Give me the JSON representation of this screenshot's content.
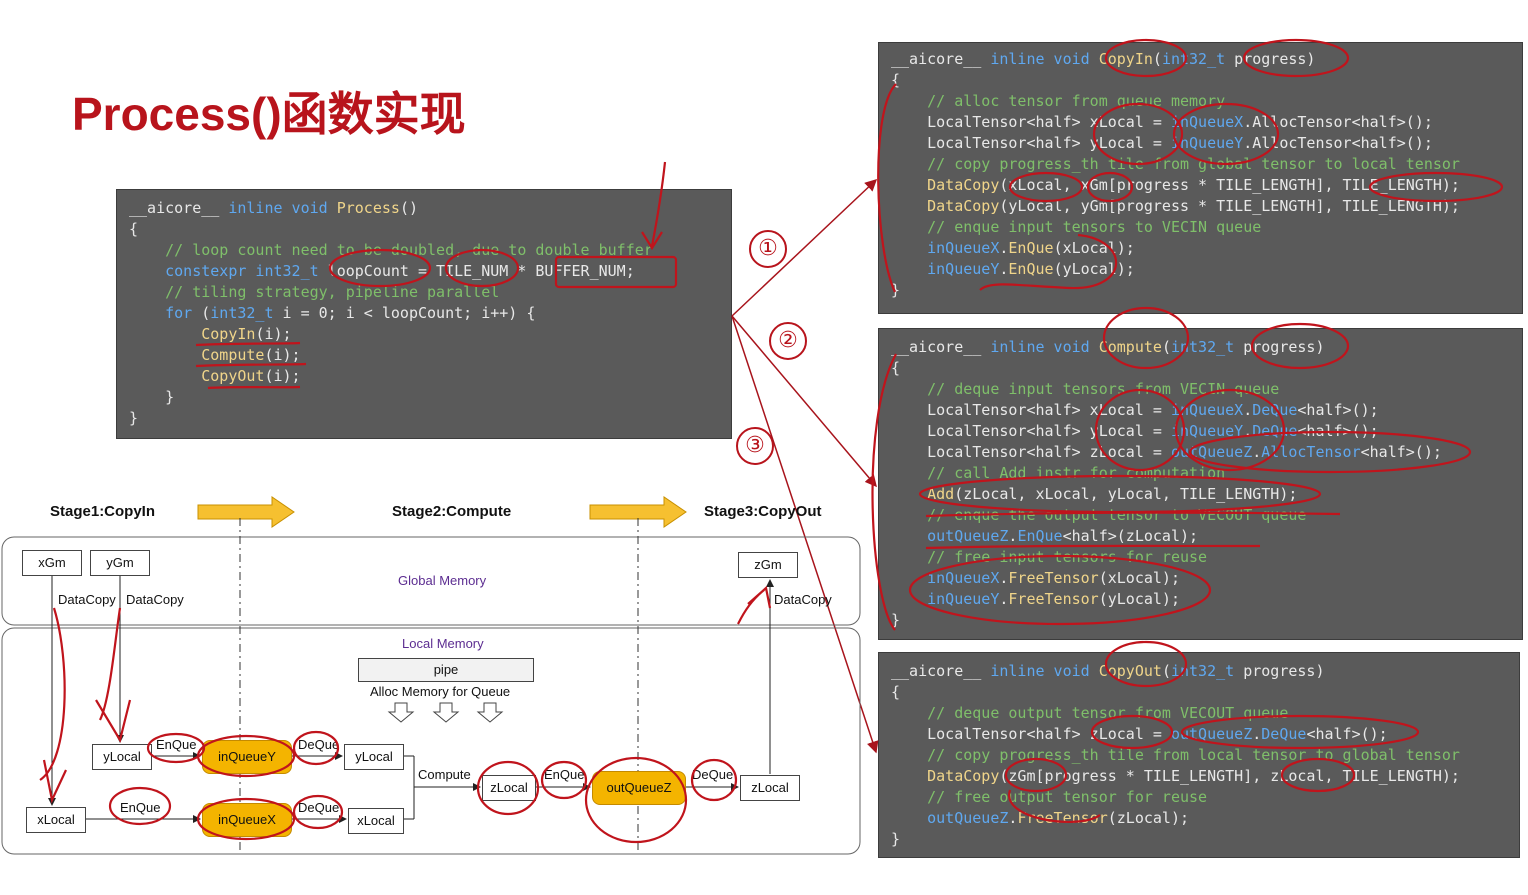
{
  "title": "Process()函数实现",
  "process_code": [
    [
      {
        "t": "__aicore__ ",
        "c": "t"
      },
      {
        "t": "inline void ",
        "c": "kw"
      },
      {
        "t": "Process",
        "c": "fn"
      },
      {
        "t": "()",
        "c": "t"
      }
    ],
    [
      {
        "t": "{",
        "c": "t"
      }
    ],
    [
      {
        "t": "    // loop count need to be doubled, due to double buffer",
        "c": "cm"
      }
    ],
    [
      {
        "t": "    constexpr int32_t ",
        "c": "kw"
      },
      {
        "t": "loopCount = TILE_NUM * BUFFER_NUM;",
        "c": "t"
      }
    ],
    [
      {
        "t": "    // tiling strategy, pipeline parallel",
        "c": "cm"
      }
    ],
    [
      {
        "t": "    for ",
        "c": "kw"
      },
      {
        "t": "(",
        "c": "t"
      },
      {
        "t": "int32_t",
        "c": "kw"
      },
      {
        "t": " i = 0; i < loopCount; i++) {",
        "c": "t"
      }
    ],
    [
      {
        "t": "        CopyIn",
        "c": "fn"
      },
      {
        "t": "(i);",
        "c": "t"
      }
    ],
    [
      {
        "t": "        Compute",
        "c": "fn"
      },
      {
        "t": "(i);",
        "c": "t"
      }
    ],
    [
      {
        "t": "        CopyOut",
        "c": "fn"
      },
      {
        "t": "(i);",
        "c": "t"
      }
    ],
    [
      {
        "t": "    }",
        "c": "t"
      }
    ],
    [
      {
        "t": "}",
        "c": "t"
      }
    ]
  ],
  "copyin_code": [
    [
      {
        "t": "__aicore__ ",
        "c": "t"
      },
      {
        "t": "inline void ",
        "c": "kw"
      },
      {
        "t": "CopyIn",
        "c": "fn"
      },
      {
        "t": "(",
        "c": "t"
      },
      {
        "t": "int32_t",
        "c": "kw"
      },
      {
        "t": " progress)",
        "c": "t"
      }
    ],
    [
      {
        "t": "{",
        "c": "t"
      }
    ],
    [
      {
        "t": "    // alloc tensor from queue memory",
        "c": "cm"
      }
    ],
    [
      {
        "t": "    LocalTensor<half> xLocal = ",
        "c": "t"
      },
      {
        "t": "inQueueX",
        "c": "kw"
      },
      {
        "t": ".AllocTensor<half>();",
        "c": "t"
      }
    ],
    [
      {
        "t": "    LocalTensor<half> yLocal = ",
        "c": "t"
      },
      {
        "t": "inQueueY",
        "c": "kw"
      },
      {
        "t": ".AllocTensor<half>();",
        "c": "t"
      }
    ],
    [
      {
        "t": "    // copy progress_th tile from global tensor to local tensor",
        "c": "cm"
      }
    ],
    [
      {
        "t": "    DataCopy",
        "c": "fn"
      },
      {
        "t": "(xLocal, xGm[progress * TILE_LENGTH], TILE_LENGTH);",
        "c": "t"
      }
    ],
    [
      {
        "t": "    DataCopy",
        "c": "fn"
      },
      {
        "t": "(yLocal, yGm[progress * TILE_LENGTH], TILE_LENGTH);",
        "c": "t"
      }
    ],
    [
      {
        "t": "    // enque input tensors to VECIN queue",
        "c": "cm"
      }
    ],
    [
      {
        "t": "    inQueueX",
        "c": "kw"
      },
      {
        "t": ".",
        "c": "t"
      },
      {
        "t": "EnQue",
        "c": "fn"
      },
      {
        "t": "(xLocal);",
        "c": "t"
      }
    ],
    [
      {
        "t": "    inQueueY",
        "c": "kw"
      },
      {
        "t": ".",
        "c": "t"
      },
      {
        "t": "EnQue",
        "c": "fn"
      },
      {
        "t": "(yLocal);",
        "c": "t"
      }
    ],
    [
      {
        "t": "}",
        "c": "t"
      }
    ]
  ],
  "compute_code": [
    [
      {
        "t": "__aicore__ ",
        "c": "t"
      },
      {
        "t": "inline void ",
        "c": "kw"
      },
      {
        "t": "Compute",
        "c": "fn"
      },
      {
        "t": "(",
        "c": "t"
      },
      {
        "t": "int32_t",
        "c": "kw"
      },
      {
        "t": " progress)",
        "c": "t"
      }
    ],
    [
      {
        "t": "{",
        "c": "t"
      }
    ],
    [
      {
        "t": "    // deque input tensors from VECIN queue",
        "c": "cm"
      }
    ],
    [
      {
        "t": "    LocalTensor<half> xLocal = ",
        "c": "t"
      },
      {
        "t": "inQueueX",
        "c": "kw"
      },
      {
        "t": ".",
        "c": "t"
      },
      {
        "t": "DeQue",
        "c": "kw"
      },
      {
        "t": "<half>();",
        "c": "t"
      }
    ],
    [
      {
        "t": "    LocalTensor<half> yLocal = ",
        "c": "t"
      },
      {
        "t": "inQueueY",
        "c": "kw"
      },
      {
        "t": ".",
        "c": "t"
      },
      {
        "t": "DeQue",
        "c": "kw"
      },
      {
        "t": "<half>();",
        "c": "t"
      }
    ],
    [
      {
        "t": "    LocalTensor<half> zLocal = ",
        "c": "t"
      },
      {
        "t": "outQueueZ",
        "c": "kw"
      },
      {
        "t": ".",
        "c": "t"
      },
      {
        "t": "AllocTensor",
        "c": "kw"
      },
      {
        "t": "<half>();",
        "c": "t"
      }
    ],
    [
      {
        "t": "    // call Add instr for computation",
        "c": "cm"
      }
    ],
    [
      {
        "t": "    Add",
        "c": "fn"
      },
      {
        "t": "(zLocal, xLocal, yLocal, TILE_LENGTH);",
        "c": "t"
      }
    ],
    [
      {
        "t": "    // enque the output tensor to VECOUT queue",
        "c": "cm"
      }
    ],
    [
      {
        "t": "    outQueueZ",
        "c": "kw"
      },
      {
        "t": ".",
        "c": "t"
      },
      {
        "t": "EnQue",
        "c": "kw"
      },
      {
        "t": "<half>(zLocal);",
        "c": "t"
      }
    ],
    [
      {
        "t": "    // free input tensors for reuse",
        "c": "cm"
      }
    ],
    [
      {
        "t": "    inQueueX",
        "c": "kw"
      },
      {
        "t": ".",
        "c": "t"
      },
      {
        "t": "FreeTensor",
        "c": "fn"
      },
      {
        "t": "(xLocal);",
        "c": "t"
      }
    ],
    [
      {
        "t": "    inQueueY",
        "c": "kw"
      },
      {
        "t": ".",
        "c": "t"
      },
      {
        "t": "FreeTensor",
        "c": "fn"
      },
      {
        "t": "(yLocal);",
        "c": "t"
      }
    ],
    [
      {
        "t": "}",
        "c": "t"
      }
    ]
  ],
  "copyout_code": [
    [
      {
        "t": "__aicore__ ",
        "c": "t"
      },
      {
        "t": "inline void ",
        "c": "kw"
      },
      {
        "t": "CopyOut",
        "c": "fn"
      },
      {
        "t": "(",
        "c": "t"
      },
      {
        "t": "int32_t",
        "c": "kw"
      },
      {
        "t": " progress)",
        "c": "t"
      }
    ],
    [
      {
        "t": "{",
        "c": "t"
      }
    ],
    [
      {
        "t": "    // deque output tensor from VECOUT queue",
        "c": "cm"
      }
    ],
    [
      {
        "t": "    LocalTensor<half> zLocal = ",
        "c": "t"
      },
      {
        "t": "outQueueZ",
        "c": "kw"
      },
      {
        "t": ".",
        "c": "t"
      },
      {
        "t": "DeQue",
        "c": "kw"
      },
      {
        "t": "<half>();",
        "c": "t"
      }
    ],
    [
      {
        "t": "    // copy progress_th tile from local tensor to global tensor",
        "c": "cm"
      }
    ],
    [
      {
        "t": "    DataCopy",
        "c": "fn"
      },
      {
        "t": "(zGm[progress * TILE_LENGTH], zLocal, TILE_LENGTH);",
        "c": "t"
      }
    ],
    [
      {
        "t": "    // free output tensor for reuse",
        "c": "cm"
      }
    ],
    [
      {
        "t": "    outQueueZ",
        "c": "kw"
      },
      {
        "t": ".",
        "c": "t"
      },
      {
        "t": "FreeTensor",
        "c": "fn"
      },
      {
        "t": "(zLocal);",
        "c": "t"
      }
    ],
    [
      {
        "t": "}",
        "c": "t"
      }
    ]
  ],
  "markers": [
    "①",
    "②",
    "③"
  ],
  "diagram": {
    "stage1": "Stage1:CopyIn",
    "stage2": "Stage2:Compute",
    "stage3": "Stage3:CopyOut",
    "global_memory": "Global Memory",
    "local_memory": "Local Memory",
    "pipe": "pipe",
    "alloc_memory": "Alloc Memory for Queue",
    "xgm": "xGm",
    "ygm": "yGm",
    "zgm": "zGm",
    "datacopy": "DataCopy",
    "xlocal": "xLocal",
    "ylocal": "yLocal",
    "zlocal": "zLocal",
    "enque": "EnQue",
    "deque": "DeQue",
    "compute": "Compute",
    "inqueuey": "inQueueY",
    "inqueuex": "inQueueX",
    "outqueuez": "outQueueZ"
  },
  "colors": {
    "title_red": "#b8141c",
    "code_bg": "#5a5a5a",
    "keyword_blue": "#5fa8f0",
    "function_yellow": "#f0d58a",
    "comment_green": "#7fbf6a",
    "queue_yellow": "#f4b400",
    "annotation_red": "#c0141c"
  }
}
